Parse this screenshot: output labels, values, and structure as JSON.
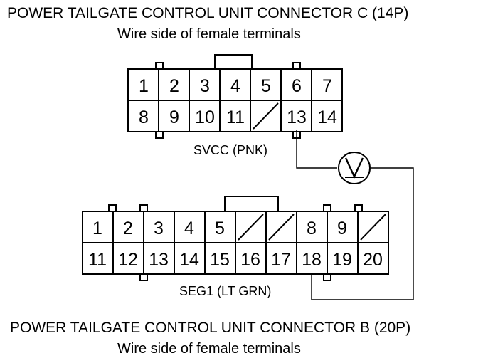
{
  "connector_c": {
    "title": "POWER TAILGATE CONTROL UNIT CONNECTOR C (14P)",
    "subtitle": "Wire side of female terminals",
    "row1": [
      "1",
      "2",
      "3",
      "4",
      "5",
      "6",
      "7"
    ],
    "row2": [
      "8",
      "9",
      "10",
      "11",
      "",
      "13",
      "14"
    ],
    "wire_label": "SVCC (PNK)"
  },
  "connector_b": {
    "title": "POWER TAILGATE CONTROL UNIT CONNECTOR B (20P)",
    "subtitle": "Wire side of female terminals",
    "row1": [
      "1",
      "2",
      "3",
      "4",
      "5",
      "",
      "",
      "8",
      "9",
      ""
    ],
    "row2": [
      "11",
      "12",
      "13",
      "14",
      "15",
      "16",
      "17",
      "18",
      "19",
      "20"
    ],
    "wire_label": "SEG1 (LT GRN)"
  },
  "meter": {
    "symbol": "V"
  }
}
